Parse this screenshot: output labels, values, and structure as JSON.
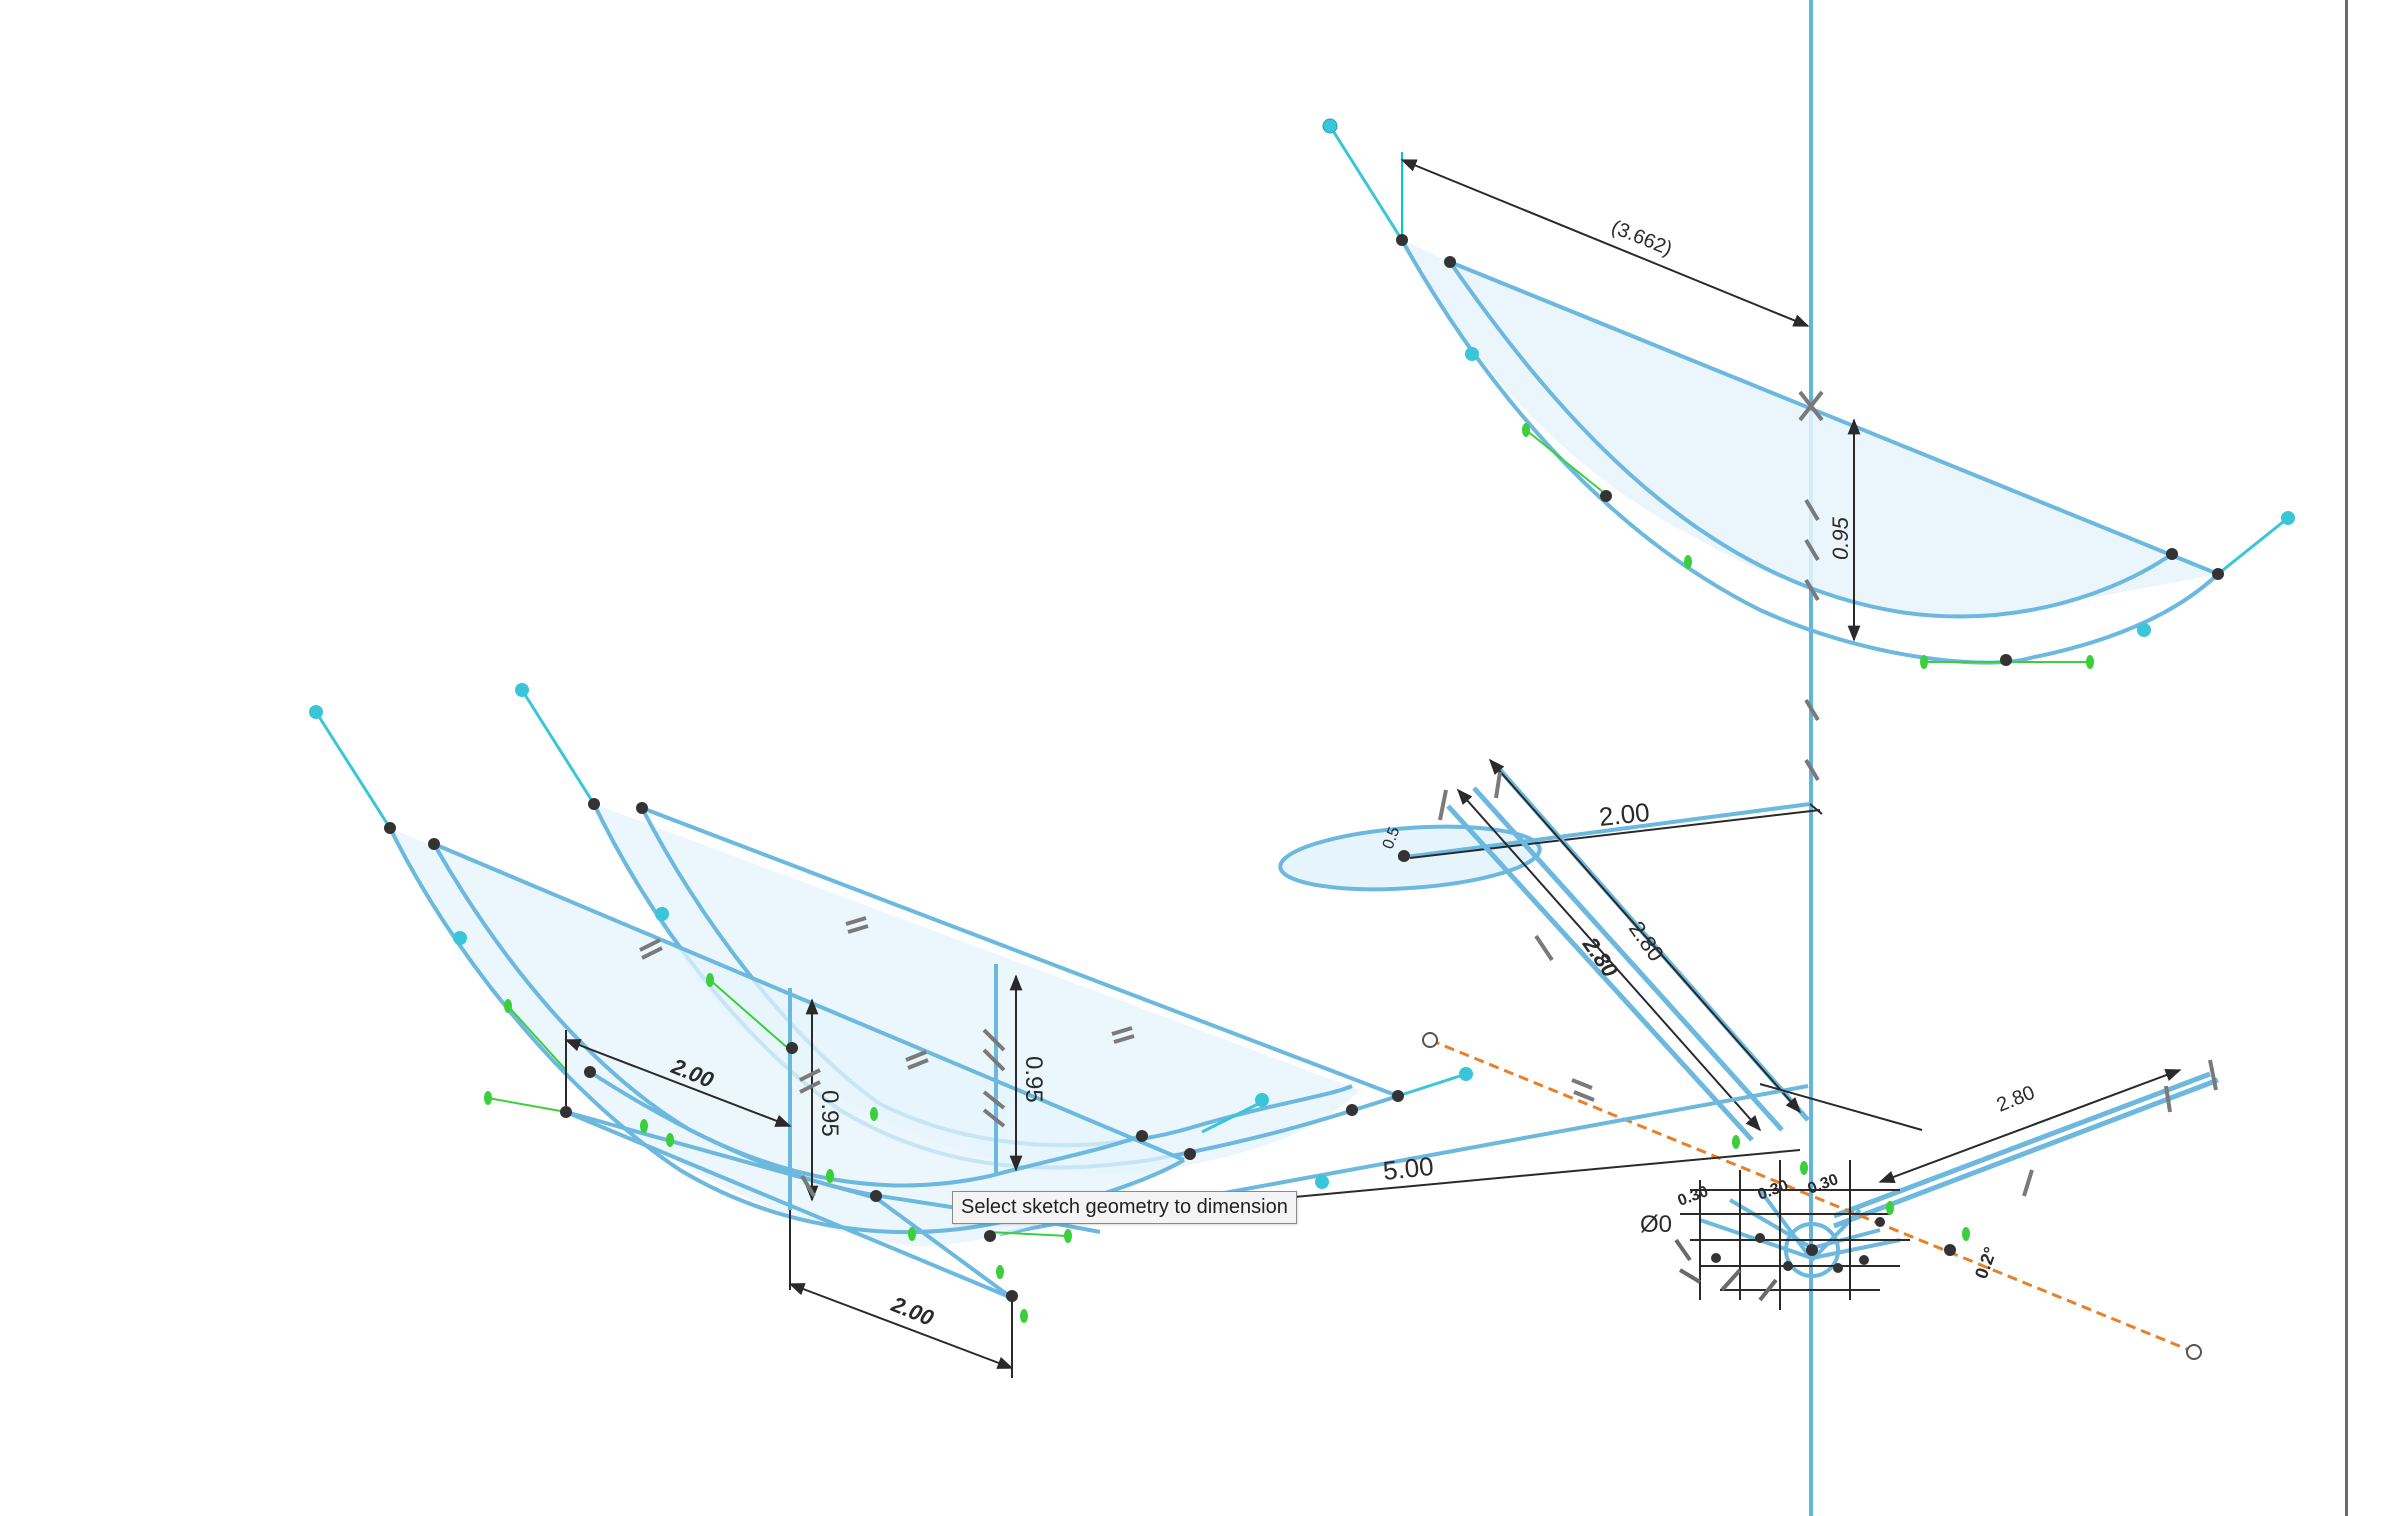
{
  "tooltip": {
    "text": "Select sketch geometry to dimension"
  },
  "dimensions": {
    "top_arc_ref": "(3.662)",
    "top_arc_height": "0.95",
    "ellipse_length": "2.00",
    "ellipse_small": "0.5",
    "diag_upper": "2.80",
    "diag_lower": "2.80",
    "right_arm": "2.80",
    "right_angle": "0.2°",
    "left_top_width": "2.00",
    "left_height_1": "0.95",
    "left_height_2": "0.95",
    "left_bottom_width": "2.00",
    "base_length": "5.00",
    "cluster_dia": "Ø0",
    "cluster_a": "0.30",
    "cluster_b": "0.30",
    "cluster_c": "0.30"
  },
  "colors": {
    "sketch_line": "#6cb8de",
    "face_fill": "#e6f4fc",
    "point": "#333333",
    "handle": "#39c6d8",
    "constraint_green": "#3ccf3c",
    "construction": "#e8802a",
    "dimension": "#2a2a2a",
    "axis": "#64b4dc"
  },
  "icons": [
    "constraint-glyph-icon",
    "sketch-point-icon",
    "handle-point-icon"
  ]
}
